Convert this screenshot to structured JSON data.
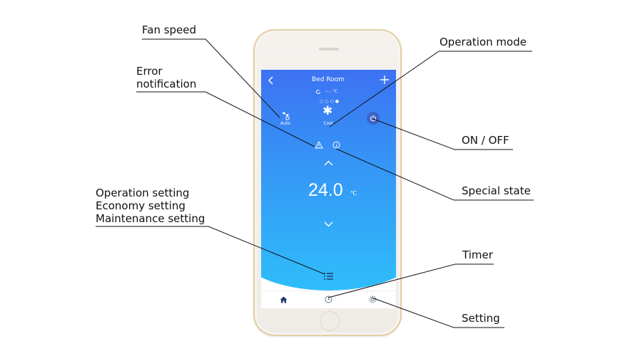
{
  "callouts": {
    "fan_speed": "Fan speed",
    "operation_mode": "Operation mode",
    "error_notification": "Error\nnotification",
    "on_off": "ON / OFF",
    "special_state": "Special state",
    "settings_group": "Operation setting\nEconomy setting\nMaintenance setting",
    "timer": "Timer",
    "setting": "Setting"
  },
  "screen": {
    "room_title": "Bed Room",
    "status_line": "--.-  ℃",
    "fan_label": "Auto",
    "mode_label": "Cool",
    "temperature": "24.0",
    "temp_unit": "℃"
  },
  "icons": {
    "back": "chevron-left-icon",
    "add": "plus-icon",
    "fan": "fan-icon",
    "mode": "snowflake-icon",
    "power": "power-icon",
    "error": "warning-triangle-icon",
    "special": "info-circle-icon",
    "up": "chevron-up-icon",
    "down": "chevron-down-icon",
    "menu": "list-icon",
    "home": "home-icon",
    "timer": "clock-icon",
    "setting": "gear-icon"
  },
  "colors": {
    "gradient_top": "#3d6ff2",
    "gradient_bottom": "#2fbdfb",
    "nav_active": "#1f3a6e"
  }
}
